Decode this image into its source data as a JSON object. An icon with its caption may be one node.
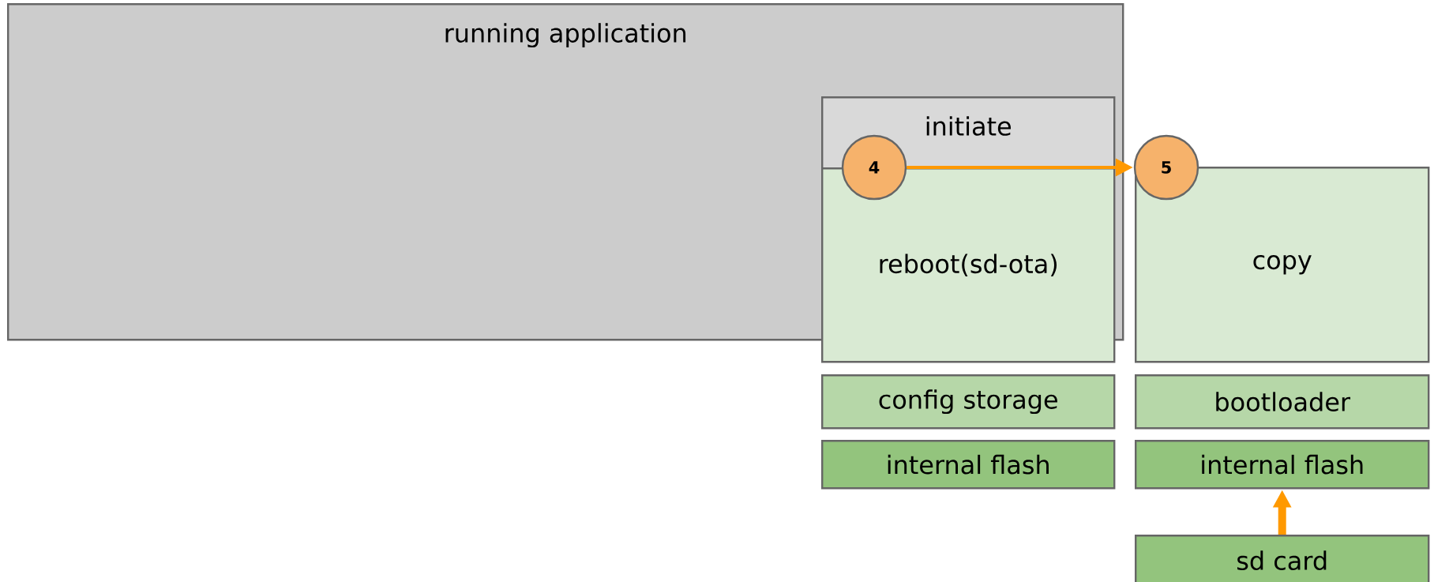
{
  "diagram": {
    "nodes": [
      {
        "text": [
          "running application"
        ]
      },
      {
        "text": [
          "initiate"
        ],
        "in": 0
      },
      {
        "text": [
          "reboot(sd-ota)"
        ]
      },
      {
        "text": [
          "4"
        ],
        "in": 0
      },
      {
        "text": [
          "5"
        ]
      },
      {
        "text": [
          "copy"
        ]
      },
      {
        "text": [
          "config storage"
        ]
      },
      {
        "text": [
          "internal flash"
        ]
      },
      {
        "text": [
          "bootloader"
        ]
      },
      {
        "text": [
          "internal flash"
        ]
      },
      {
        "text": [
          "sd card"
        ]
      }
    ],
    "edges": [
      {
        "from": 3,
        "to": 4,
        "arrow": "to"
      },
      {
        "from": 10,
        "to": 9,
        "arrow": "to",
        "style": "thick"
      }
    ]
  }
}
